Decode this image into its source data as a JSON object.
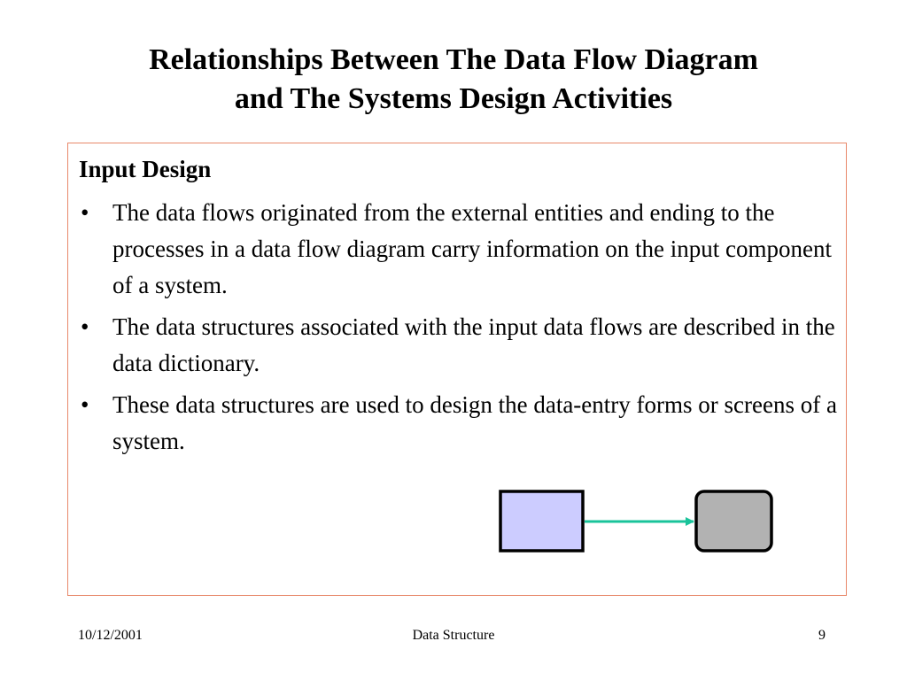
{
  "slide": {
    "title_line1": "Relationships Between The Data Flow Diagram",
    "title_line2": "and The Systems Design Activities"
  },
  "content": {
    "heading": "Input Design",
    "bullet_char": "•",
    "bullets": [
      "The data flows originated from the external entities and ending to the processes in a data flow diagram carry information on the input component of a system.",
      "The data structures associated with the input data flows are described in the data dictionary.",
      "These data structures are used to design the data-entry forms or screens of a system."
    ]
  },
  "diagram": {
    "external_entity_color": "#ccccff",
    "process_color": "#b2b2b2",
    "flow_color": "#19c39a",
    "box_border_color": "#000000"
  },
  "colors": {
    "content_border": "#e8886a"
  },
  "footer": {
    "date": "10/12/2001",
    "course": "Data Structure",
    "page": "9"
  }
}
